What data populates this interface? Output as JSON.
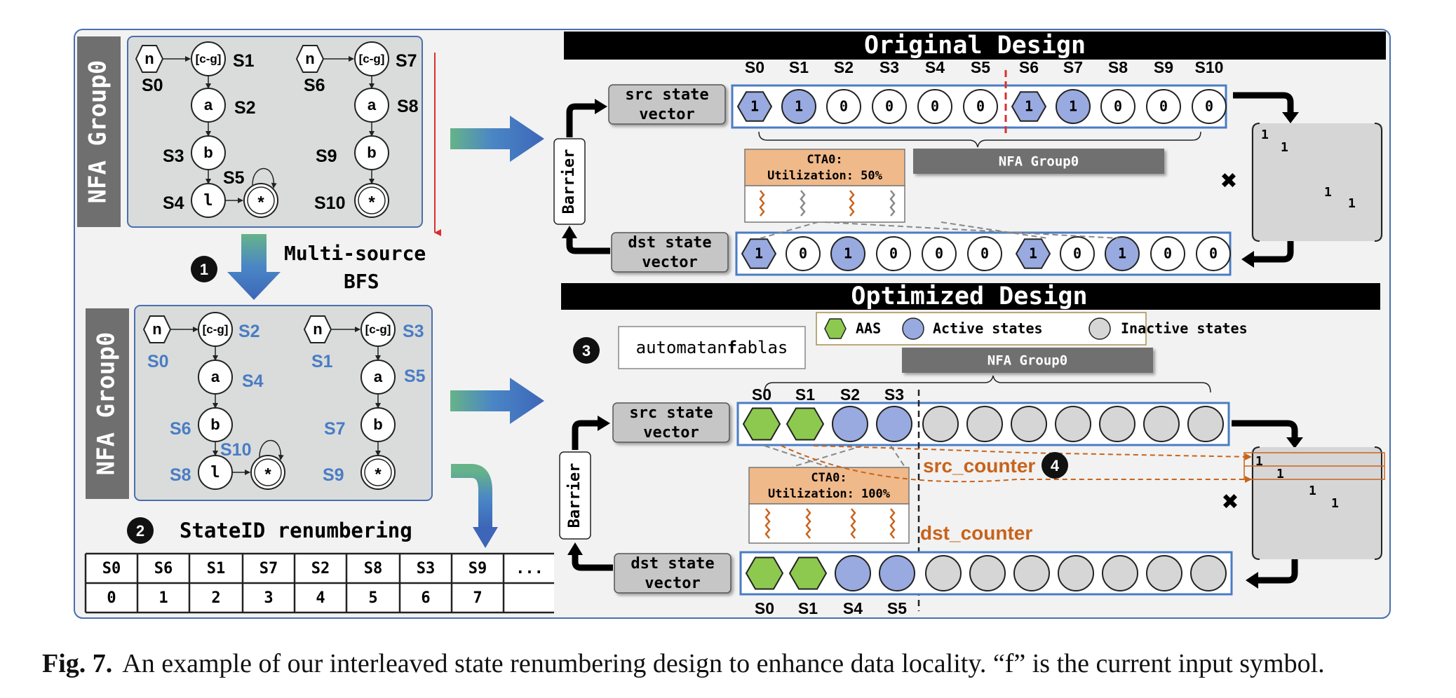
{
  "colors": {
    "blue": "#5b8bd0",
    "active_fill": "#98aadf",
    "aas_fill": "#8dc94e",
    "inactive_fill": "#d6d6d6",
    "orange": "#c8631b",
    "cta_fill": "#f0b98a",
    "dark_bar": "#6f6f6f",
    "red": "#d9302c"
  },
  "left": {
    "group_label": "NFA Group0",
    "step1": {
      "num": "1",
      "label1": "Multi-source",
      "label2": "BFS"
    },
    "step2": {
      "num": "2",
      "label": "StateID renumbering"
    },
    "top_nfa": {
      "nodes": {
        "n_a": "n",
        "cg_a": "[c-g]",
        "a_a": "a",
        "b_a": "b",
        "l_a": "l",
        "star_a": "*",
        "n_b": "n",
        "cg_b": "[c-g]",
        "a_b": "a",
        "b_b": "b",
        "star_b": "*"
      },
      "labels": {
        "s0": "S0",
        "s1": "S1",
        "s2": "S2",
        "s3": "S3",
        "s4": "S4",
        "s5": "S5",
        "s6": "S6",
        "s7": "S7",
        "s8": "S8",
        "s9": "S9",
        "s10": "S10"
      }
    },
    "bottom_nfa": {
      "nodes": {
        "n_a": "n",
        "cg_a": "[c-g]",
        "a_a": "a",
        "b_a": "b",
        "l_a": "l",
        "star_a": "*",
        "n_b": "n",
        "cg_b": "[c-g]",
        "a_b": "a",
        "b_b": "b",
        "star_b": "*"
      },
      "labels": {
        "n_a": "S0",
        "cg_a": "S2",
        "a_a": "S4",
        "b_a": "S6",
        "l_a": "S8",
        "star_a": "S10",
        "n_b": "S1",
        "cg_b": "S3",
        "a_b": "S5",
        "b_b": "S7",
        "star_b": "S9"
      }
    },
    "table": {
      "header": [
        "S0",
        "S6",
        "S1",
        "S7",
        "S2",
        "S8",
        "S3",
        "S9",
        "..."
      ],
      "values": [
        "0",
        "1",
        "2",
        "3",
        "4",
        "5",
        "6",
        "7",
        ""
      ]
    }
  },
  "original": {
    "title": "Original Design",
    "state_labels": [
      "S0",
      "S1",
      "S2",
      "S3",
      "S4",
      "S5",
      "S6",
      "S7",
      "S8",
      "S9",
      "S10"
    ],
    "src_label_1": "src state",
    "src_label_2": "vector",
    "dst_label_1": "dst state",
    "dst_label_2": "vector",
    "src_values": [
      "1",
      "1",
      "0",
      "0",
      "0",
      "0",
      "1",
      "1",
      "0",
      "0",
      "0"
    ],
    "dst_values": [
      "1",
      "0",
      "1",
      "0",
      "0",
      "0",
      "1",
      "0",
      "1",
      "0",
      "0"
    ],
    "barrier": "Barrier",
    "group_bar": "NFA Group0",
    "cta_line1": "CTA0:",
    "cta_line2": "Utilization: 50%",
    "matrix_ones": [
      "1",
      "1",
      "1",
      "1"
    ],
    "times": "✖"
  },
  "optimized": {
    "title": "Optimized Design",
    "legend": {
      "aas": "AAS",
      "active": "Active states",
      "inactive": "Inactive states"
    },
    "step3_num": "3",
    "step4_num": "4",
    "input_prefix": "automatan",
    "input_current": "f",
    "input_suffix": "ablas",
    "group_bar": "NFA Group0",
    "src_top_labels": [
      "S0",
      "S1",
      "S2",
      "S3"
    ],
    "dst_bottom_labels": [
      "S0",
      "S1",
      "S4",
      "S5"
    ],
    "src_label_1": "src state",
    "src_label_2": "vector",
    "dst_label_1": "dst state",
    "dst_label_2": "vector",
    "barrier": "Barrier",
    "cta_line1": "CTA0:",
    "cta_line2": "Utilization: 100%",
    "src_counter": "src_counter",
    "dst_counter": "dst_counter",
    "matrix_ones": [
      "1",
      "1",
      "1",
      "1"
    ],
    "times": "✖"
  },
  "caption": {
    "fig": "Fig. 7.",
    "text": "An example of our interleaved state renumbering design to enhance data locality. “f” is the current input symbol."
  }
}
